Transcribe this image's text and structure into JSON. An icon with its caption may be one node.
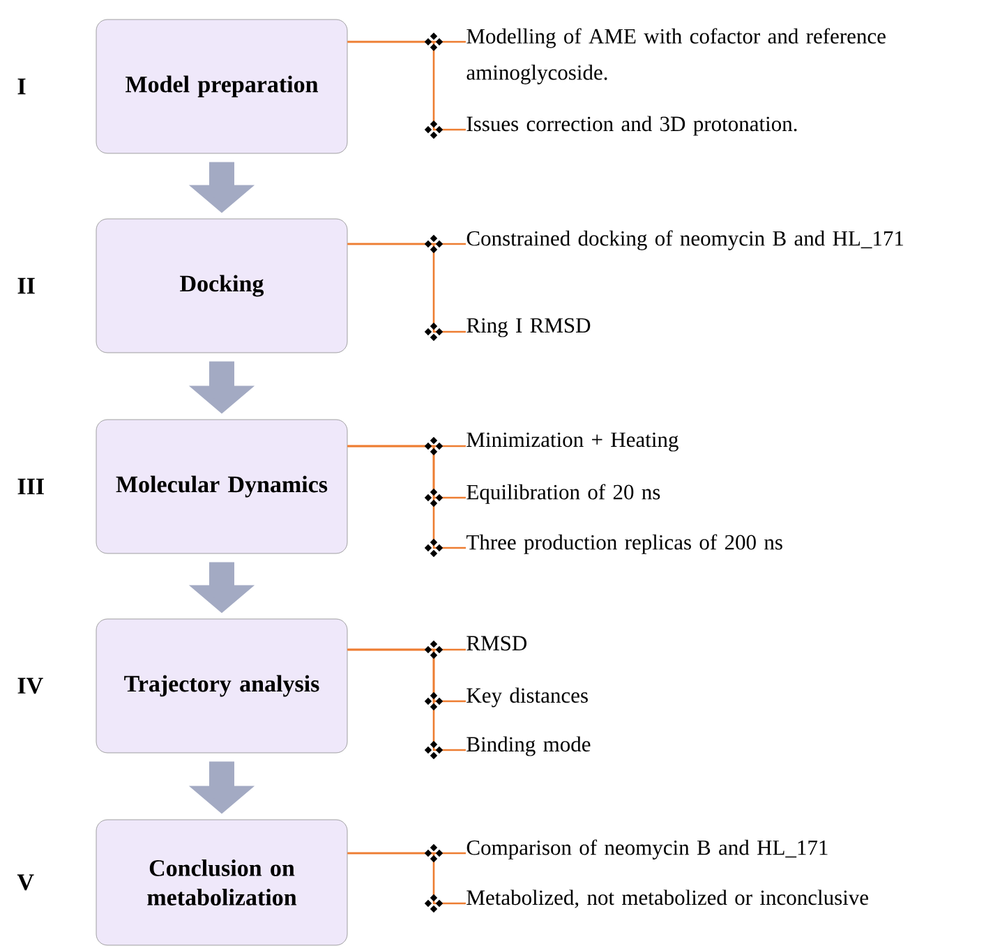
{
  "diagram": {
    "nodes": [
      {
        "text": [
          "Model preparation"
        ],
        "beside": [
          "I"
        ]
      },
      {
        "text": [
          "Modelling of AME with cofactor and reference aminoglycoside."
        ]
      },
      {
        "text": [
          "Issues correction and 3D protonation."
        ]
      },
      {
        "text": [
          "Docking"
        ],
        "beside": [
          "II"
        ]
      },
      {
        "text": [
          "Constrained docking of neomycin B and HL_171"
        ]
      },
      {
        "text": [
          "Ring I RMSD"
        ]
      },
      {
        "text": [
          "Molecular Dynamics"
        ],
        "beside": [
          "III"
        ]
      },
      {
        "text": [
          "Minimization + Heating"
        ]
      },
      {
        "text": [
          "Equilibration of 20 ns"
        ]
      },
      {
        "text": [
          "Three production replicas of 200 ns"
        ]
      },
      {
        "text": [
          "Trajectory analysis"
        ],
        "beside": [
          "IV"
        ]
      },
      {
        "text": [
          "RMSD"
        ]
      },
      {
        "text": [
          "Key distances"
        ]
      },
      {
        "text": [
          "Binding mode"
        ]
      },
      {
        "text": [
          "Conclusion on metabolization"
        ],
        "beside": [
          "V"
        ]
      },
      {
        "text": [
          "Comparison of neomycin B and HL_171"
        ]
      },
      {
        "text": [
          "Metabolized, not metabolized or inconclusive"
        ]
      }
    ],
    "edges": [
      {
        "from": 0,
        "to": 1,
        "arrow": "none"
      },
      {
        "from": 0,
        "to": 2,
        "arrow": "none"
      },
      {
        "from": 3,
        "to": 4,
        "arrow": "none"
      },
      {
        "from": 3,
        "to": 5,
        "arrow": "none"
      },
      {
        "from": 6,
        "to": 7,
        "arrow": "none"
      },
      {
        "from": 6,
        "to": 8,
        "arrow": "none"
      },
      {
        "from": 6,
        "to": 9,
        "arrow": "none"
      },
      {
        "from": 10,
        "to": 11,
        "arrow": "none"
      },
      {
        "from": 10,
        "to": 12,
        "arrow": "none"
      },
      {
        "from": 10,
        "to": 13,
        "arrow": "none"
      },
      {
        "from": 14,
        "to": 15,
        "arrow": "none"
      },
      {
        "from": 14,
        "to": 16,
        "arrow": "none"
      },
      {
        "from": 0,
        "to": 3,
        "arrow": "to",
        "style": "thick",
        "color": "#a3aac3"
      },
      {
        "from": 3,
        "to": 6,
        "arrow": "to",
        "style": "thick",
        "color": "#a3aac3"
      },
      {
        "from": 6,
        "to": 10,
        "arrow": "to",
        "style": "thick",
        "color": "#a3aac3"
      },
      {
        "from": 10,
        "to": 14,
        "arrow": "to",
        "style": "thick",
        "color": "#a3aac3"
      }
    ]
  }
}
